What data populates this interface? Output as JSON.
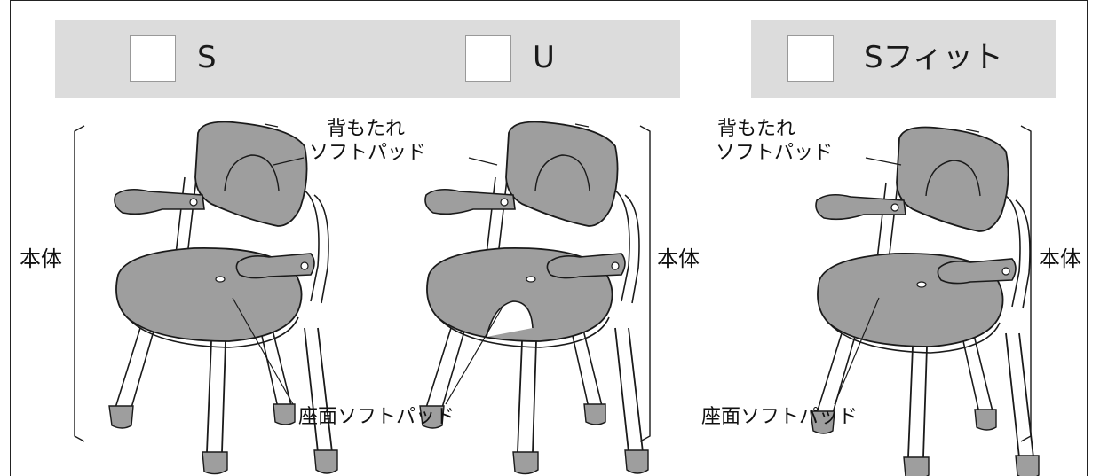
{
  "options": [
    {
      "label": "S"
    },
    {
      "label": "U"
    },
    {
      "label": "Sフィット"
    }
  ],
  "labels": {
    "backrest_line1": "背もたれ",
    "backrest_line2": "ソフトパッド",
    "seat_pad": "座面ソフトパッド",
    "body": "本体"
  },
  "colors": {
    "band": "#dcdcdc",
    "pad": "#9e9e9e",
    "line": "#1a1a1a"
  }
}
